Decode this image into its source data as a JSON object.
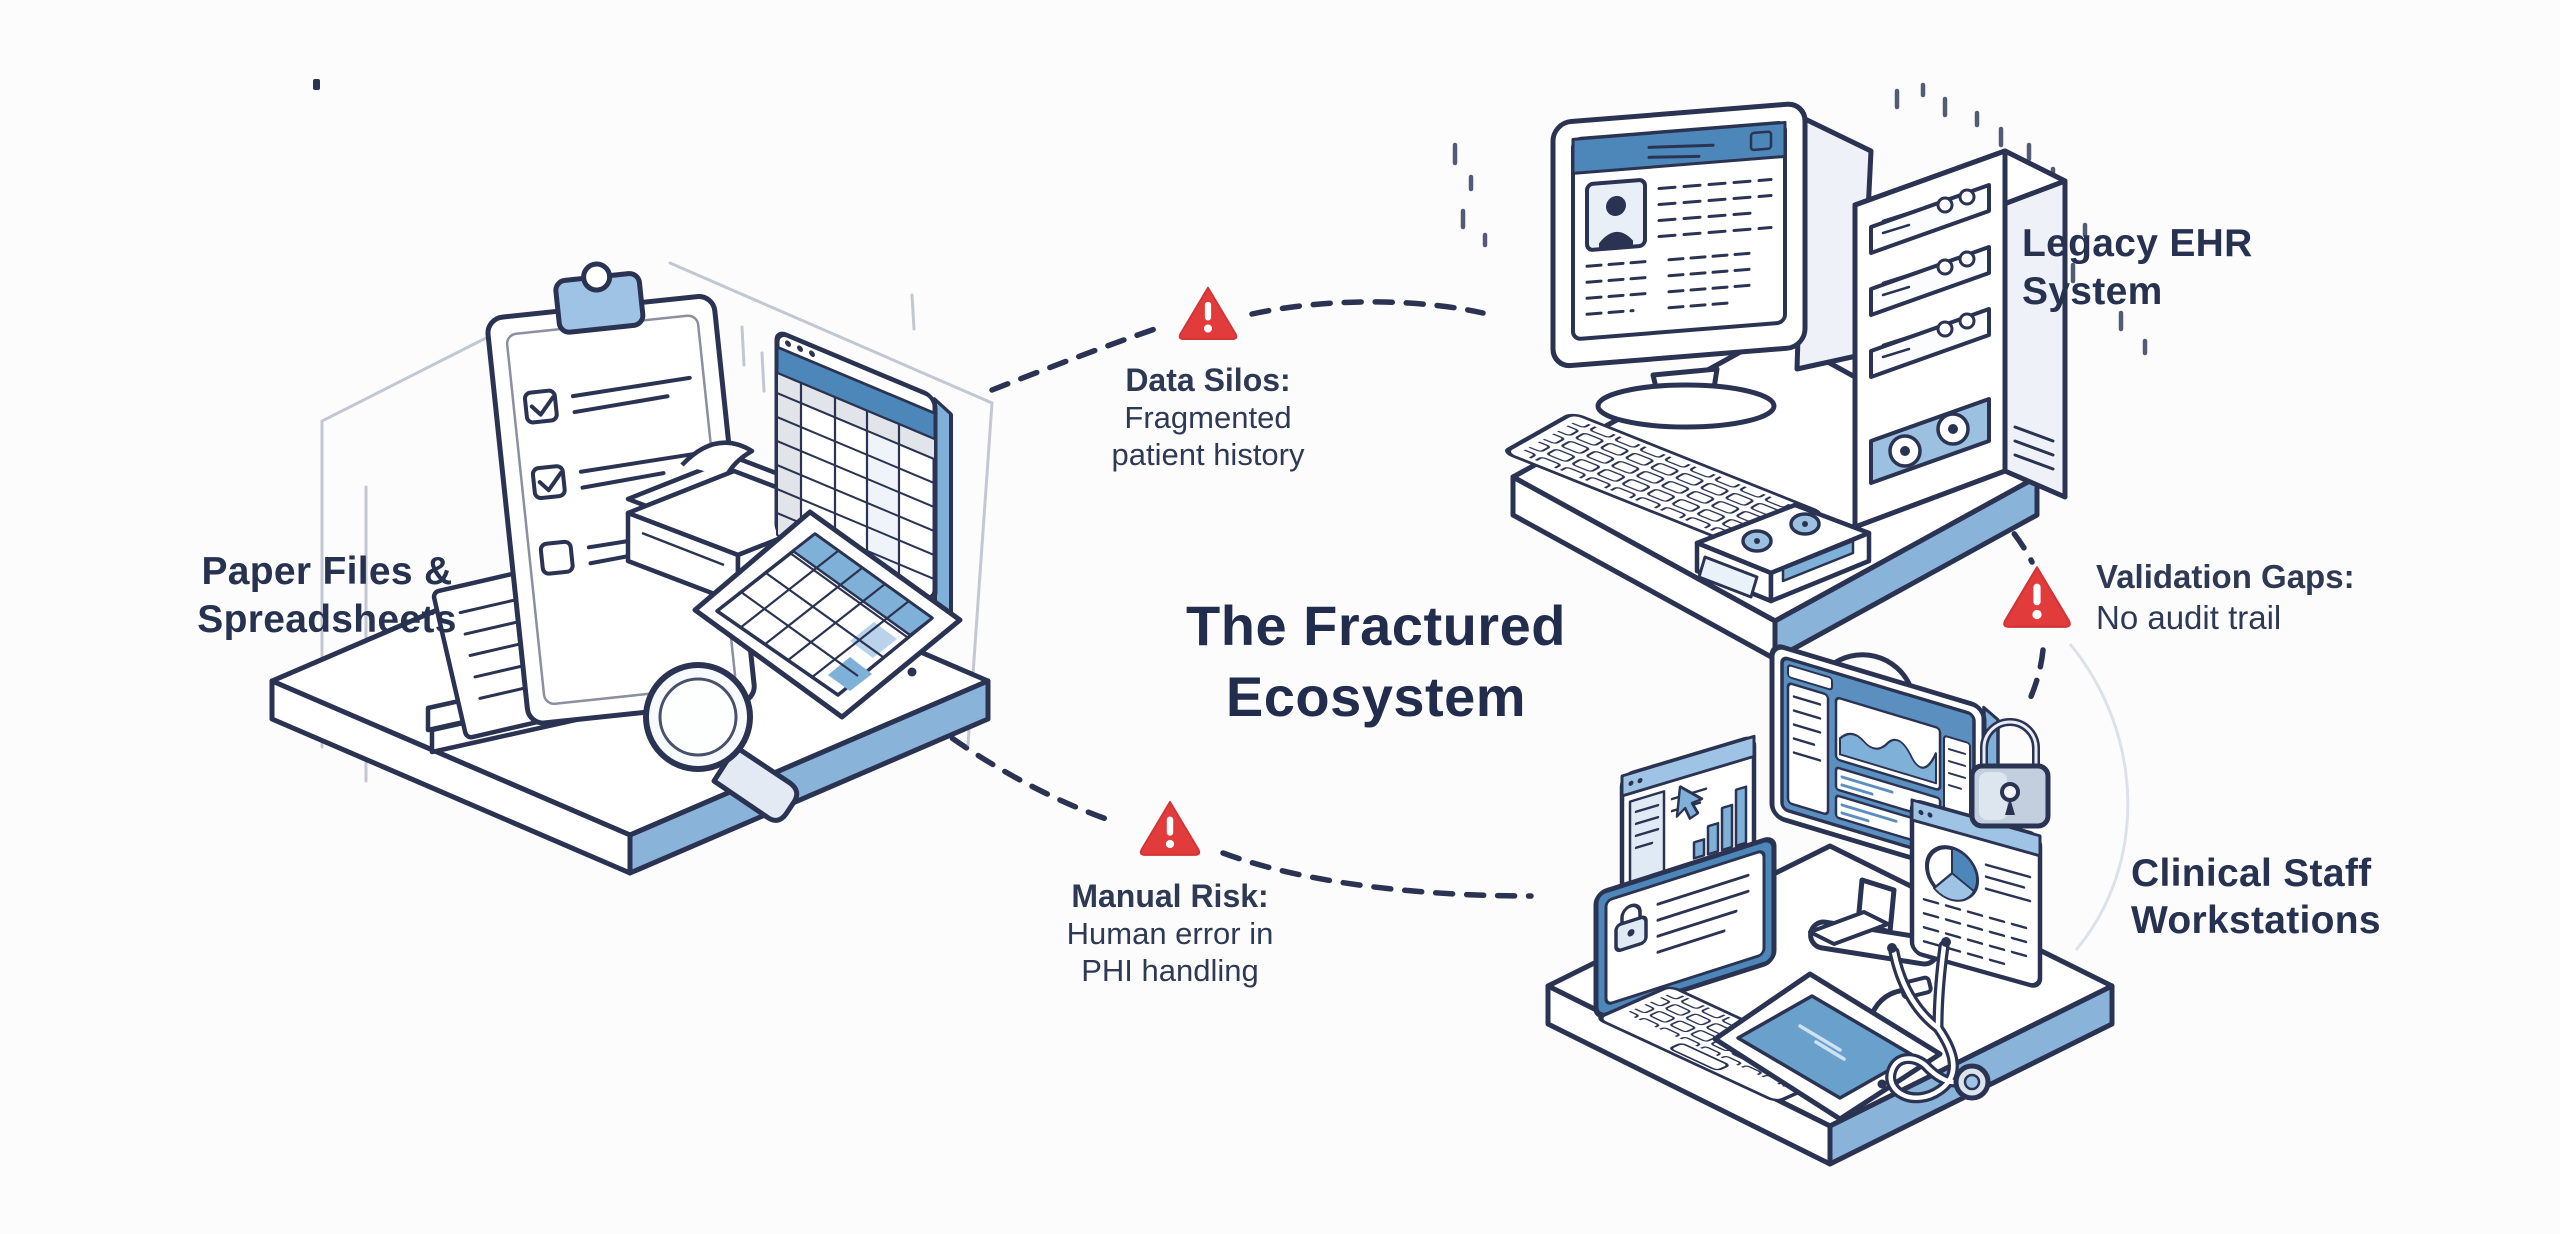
{
  "title": {
    "line1": "The Fractured",
    "line2": "Ecosystem"
  },
  "nodes": {
    "paper": {
      "line1": "Paper Files &",
      "line2": "Spreadsheets"
    },
    "ehr": {
      "line1": "Legacy EHR",
      "line2": "System"
    },
    "clinical": {
      "line1": "Clinical Staff",
      "line2": "Workstations"
    }
  },
  "warnings": {
    "data_silos": {
      "heading": "Data Silos:",
      "line1": "Fragmented",
      "line2": "patient history"
    },
    "validation_gaps": {
      "heading": "Validation Gaps:",
      "line1": "No audit trail"
    },
    "manual_risk": {
      "heading": "Manual Risk:",
      "line1": "Human error in",
      "line2": "PHI handling"
    }
  },
  "icons": {
    "warning": "alert-triangle-icon"
  },
  "colors": {
    "ink": "#2b3352",
    "text": "#273250",
    "accent_blue": "#4d86b8",
    "mid_blue": "#7fb0d8",
    "platform_blue": "#8ab3da",
    "pale_blue": "#dce9f5",
    "alert_red": "#e23b3b",
    "background": "#fcfcfd"
  }
}
